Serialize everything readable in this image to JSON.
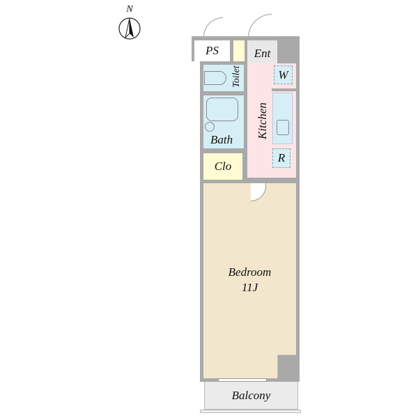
{
  "compass": {
    "label": "N"
  },
  "rooms": {
    "ps": "PS",
    "ent": "Ent",
    "toilet": "Toilet",
    "w": "W",
    "kitchen": "Kitchen",
    "bath": "Bath",
    "r": "R",
    "clo": "Clo",
    "bedroom": "Bedroom",
    "bedroom_size": "11J",
    "balcony": "Balcony"
  },
  "colors": {
    "wall": "#a9a9a9",
    "wet": "#d6eef5",
    "storage": "#fffbd2",
    "kitchen": "#fde4e7",
    "bedroom": "#f2e7cc",
    "balcony": "#ebebeb"
  }
}
